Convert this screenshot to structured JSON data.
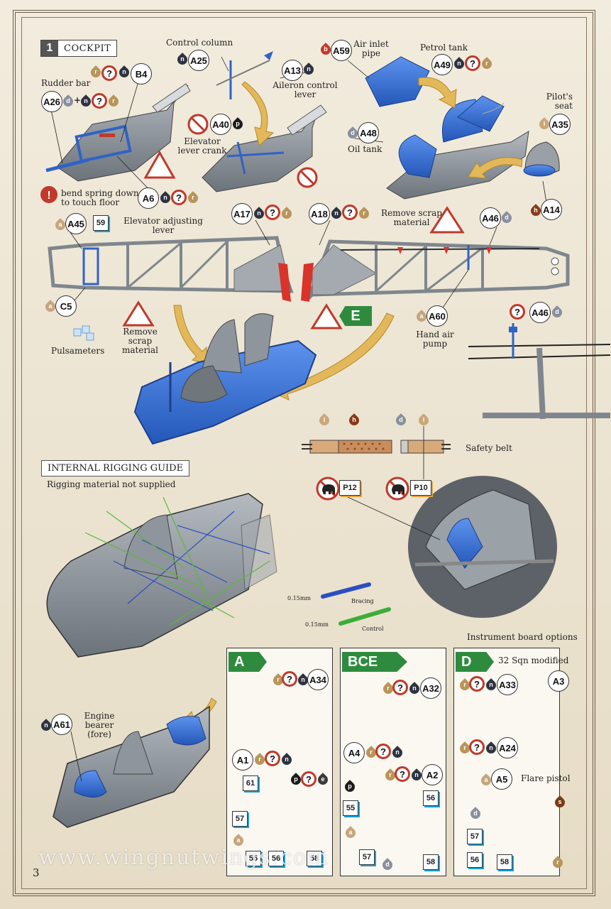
{
  "page_number": "3",
  "watermark": "www.wingnutwings.com",
  "step": {
    "number": "1",
    "title": "COCKPIT"
  },
  "labels": {
    "control_column": "Control column",
    "aileron_control_lever": "Aileron control lever",
    "rudder_bar": "Rudder bar",
    "elevator_lever_crank": "Elevator lever crank",
    "bend_spring": "bend spring down to touch floor",
    "air_inlet_pipe": "Air inlet pipe",
    "petrol_tank": "Petrol tank",
    "oil_tank": "Oil tank",
    "pilots_seat": "Pilot's seat",
    "elevator_adjusting_lever": "Elevator adjusting lever",
    "remove_scrap_material_1": "Remove scrap material",
    "remove_scrap_material_2": "Remove scrap material",
    "pulsameters": "Pulsameters",
    "hand_air_pump": "Hand air pump",
    "safety_belt": "Safety belt",
    "internal_rigging_guide": "INTERNAL RIGGING GUIDE",
    "rigging_not_supplied": "Rigging material not supplied",
    "bracing_size": "0.15mm",
    "bracing": "Bracing",
    "control_size": "0.15mm",
    "control": "Control",
    "instrument_board_options": "Instrument board options",
    "engine_bearer": "Engine bearer (fore)",
    "sqn_modified": "32 Sqn modified",
    "flare_pistol": "Flare pistol"
  },
  "parts": {
    "A25": "A25",
    "A13": "A13",
    "A26": "A26",
    "B4": "B4",
    "A40": "A40",
    "A6": "A6",
    "A59": "A59",
    "A49": "A49",
    "A48": "A48",
    "A35": "A35",
    "A14": "A14",
    "A45": "A45",
    "A17": "A17",
    "A18": "A18",
    "A46": "A46",
    "C5": "C5",
    "A60": "A60",
    "A46b": "A46",
    "P12": "P12",
    "P10": "P10",
    "A61": "A61",
    "A34": "A34",
    "A1": "A1",
    "A32": "A32",
    "A4": "A4",
    "A2": "A2",
    "A33": "A33",
    "A3": "A3",
    "A24": "A24",
    "A5": "A5"
  },
  "decals": {
    "d59": "59",
    "d61": "61",
    "d57a": "57",
    "d55a": "55",
    "d56a": "56",
    "d58a": "58",
    "d55b": "55",
    "d56b": "56",
    "d57b": "57",
    "d58b": "58",
    "d57c": "57",
    "d56c": "56",
    "d58c": "58"
  },
  "options": {
    "a": {
      "tag": "A"
    },
    "bce": {
      "tag": "BCE"
    },
    "d": {
      "tag": "D"
    }
  },
  "e_badge": "E",
  "paint_codes": {
    "r": "r",
    "n": "n",
    "d": "d",
    "p": "p",
    "b": "b",
    "i": "i",
    "h": "h",
    "a": "a",
    "e": "e",
    "s": "s"
  },
  "colors": {
    "part_blue": "#3a74d8",
    "frame_grey": "#8d949b",
    "paint_r": "#b9955a",
    "paint_n": "#2d3340",
    "paint_d": "#8a8f9e",
    "paint_b": "#c43a2b",
    "paint_h": "#8a3a17",
    "paint_i": "#c9a77a",
    "paint_a": "#c7a57c",
    "paint_p": "#1c1c1c",
    "paint_e": "#3c3c3c",
    "paint_s": "#7a3a12",
    "option_green": "#2e8b3e",
    "warning_red": "#c0392b"
  }
}
